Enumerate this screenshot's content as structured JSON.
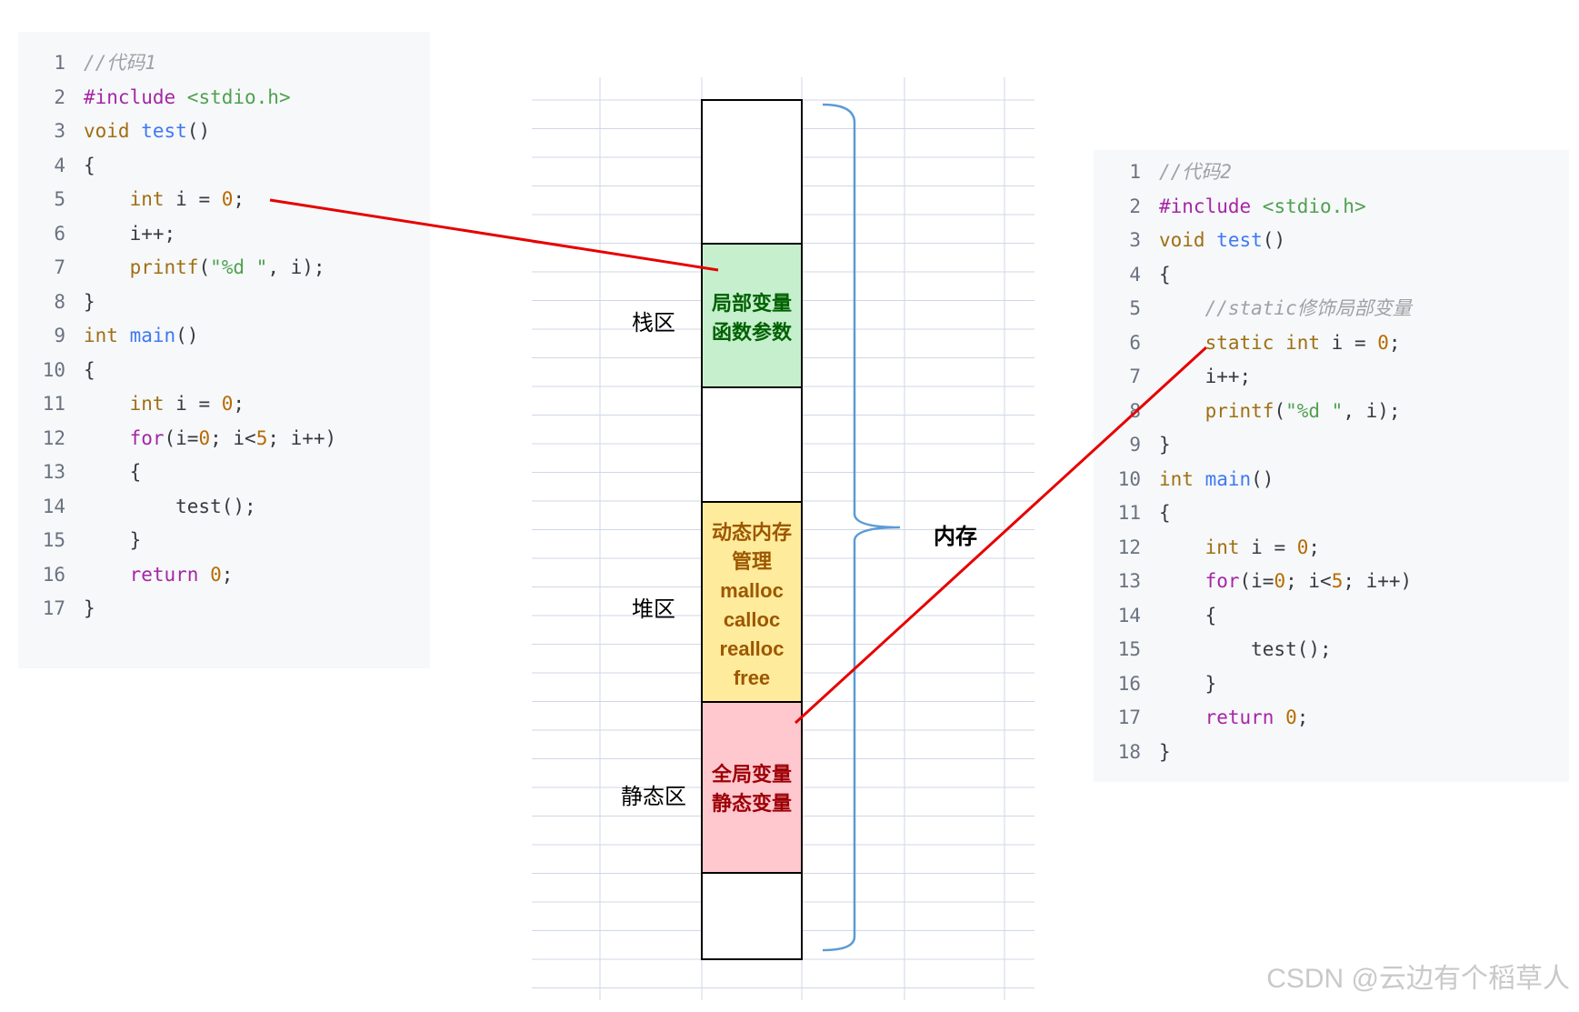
{
  "code1": {
    "lines": [
      {
        "n": "1",
        "parts": [
          [
            "cm",
            "//代码1"
          ]
        ]
      },
      {
        "n": "2",
        "parts": [
          [
            "pp",
            "#include "
          ],
          [
            "str",
            "<stdio.h>"
          ]
        ]
      },
      {
        "n": "3",
        "parts": [
          [
            "ty",
            "void "
          ],
          [
            "fn",
            "test"
          ],
          [
            "",
            "()"
          ]
        ]
      },
      {
        "n": "4",
        "parts": [
          [
            "",
            "{"
          ]
        ]
      },
      {
        "n": "5",
        "parts": [
          [
            "",
            "    "
          ],
          [
            "ty",
            "int"
          ],
          [
            "",
            " i = "
          ],
          [
            "num",
            "0"
          ],
          [
            "",
            ";"
          ]
        ]
      },
      {
        "n": "6",
        "parts": [
          [
            "",
            "    i++;"
          ]
        ]
      },
      {
        "n": "7",
        "parts": [
          [
            "",
            "    "
          ],
          [
            "ty",
            "printf"
          ],
          [
            "",
            "("
          ],
          [
            "str",
            "\"%d \""
          ],
          [
            "",
            ", i);"
          ]
        ]
      },
      {
        "n": "8",
        "parts": [
          [
            "",
            "}"
          ]
        ]
      },
      {
        "n": "9",
        "parts": [
          [
            "ty",
            "int "
          ],
          [
            "fn",
            "main"
          ],
          [
            "",
            "()"
          ]
        ]
      },
      {
        "n": "10",
        "parts": [
          [
            "",
            "{"
          ]
        ]
      },
      {
        "n": "11",
        "parts": [
          [
            "",
            "    "
          ],
          [
            "ty",
            "int"
          ],
          [
            "",
            " i = "
          ],
          [
            "num",
            "0"
          ],
          [
            "",
            ";"
          ]
        ]
      },
      {
        "n": "12",
        "parts": [
          [
            "",
            "    "
          ],
          [
            "kw",
            "for"
          ],
          [
            "",
            "(i="
          ],
          [
            "num",
            "0"
          ],
          [
            "",
            "; i<"
          ],
          [
            "num",
            "5"
          ],
          [
            "",
            "; i++)"
          ]
        ]
      },
      {
        "n": "13",
        "parts": [
          [
            "",
            "    {"
          ]
        ]
      },
      {
        "n": "14",
        "parts": [
          [
            "",
            "        test();"
          ]
        ]
      },
      {
        "n": "15",
        "parts": [
          [
            "",
            "    }"
          ]
        ]
      },
      {
        "n": "16",
        "parts": [
          [
            "",
            "    "
          ],
          [
            "kw",
            "return "
          ],
          [
            "num",
            "0"
          ],
          [
            "",
            ";"
          ]
        ]
      },
      {
        "n": "17",
        "parts": [
          [
            "",
            "}"
          ]
        ]
      }
    ]
  },
  "code2": {
    "lines": [
      {
        "n": "1",
        "parts": [
          [
            "cm",
            "//代码2"
          ]
        ]
      },
      {
        "n": "2",
        "parts": [
          [
            "pp",
            "#include "
          ],
          [
            "str",
            "<stdio.h>"
          ]
        ]
      },
      {
        "n": "3",
        "parts": [
          [
            "ty",
            "void "
          ],
          [
            "fn",
            "test"
          ],
          [
            "",
            "()"
          ]
        ]
      },
      {
        "n": "4",
        "parts": [
          [
            "",
            "{"
          ]
        ]
      },
      {
        "n": "5",
        "parts": [
          [
            "",
            "    "
          ],
          [
            "cm",
            "//static修饰局部变量"
          ]
        ]
      },
      {
        "n": "6",
        "parts": [
          [
            "",
            "    "
          ],
          [
            "ty",
            "static int"
          ],
          [
            "",
            " i = "
          ],
          [
            "num",
            "0"
          ],
          [
            "",
            ";"
          ]
        ]
      },
      {
        "n": "7",
        "parts": [
          [
            "",
            "    i++;"
          ]
        ]
      },
      {
        "n": "8",
        "parts": [
          [
            "",
            "    "
          ],
          [
            "ty",
            "printf"
          ],
          [
            "",
            "("
          ],
          [
            "str",
            "\"%d \""
          ],
          [
            "",
            ", i);"
          ]
        ]
      },
      {
        "n": "9",
        "parts": [
          [
            "",
            "}"
          ]
        ]
      },
      {
        "n": "10",
        "parts": [
          [
            "ty",
            "int "
          ],
          [
            "fn",
            "main"
          ],
          [
            "",
            "()"
          ]
        ]
      },
      {
        "n": "11",
        "parts": [
          [
            "",
            "{"
          ]
        ]
      },
      {
        "n": "12",
        "parts": [
          [
            "",
            "    "
          ],
          [
            "ty",
            "int"
          ],
          [
            "",
            " i = "
          ],
          [
            "num",
            "0"
          ],
          [
            "",
            ";"
          ]
        ]
      },
      {
        "n": "13",
        "parts": [
          [
            "",
            "    "
          ],
          [
            "kw",
            "for"
          ],
          [
            "",
            "(i="
          ],
          [
            "num",
            "0"
          ],
          [
            "",
            "; i<"
          ],
          [
            "num",
            "5"
          ],
          [
            "",
            "; i++)"
          ]
        ]
      },
      {
        "n": "14",
        "parts": [
          [
            "",
            "    {"
          ]
        ]
      },
      {
        "n": "15",
        "parts": [
          [
            "",
            "        test();"
          ]
        ]
      },
      {
        "n": "16",
        "parts": [
          [
            "",
            "    }"
          ]
        ]
      },
      {
        "n": "17",
        "parts": [
          [
            "",
            "    "
          ],
          [
            "kw",
            "return "
          ],
          [
            "num",
            "0"
          ],
          [
            "",
            ";"
          ]
        ]
      },
      {
        "n": "18",
        "parts": [
          [
            "",
            "}"
          ]
        ]
      }
    ]
  },
  "memory": {
    "zones": {
      "stack": "栈区",
      "heap": "堆区",
      "static": "静态区"
    },
    "segments": {
      "stack_lines": [
        "局部变量",
        "函数参数"
      ],
      "heap_lines": [
        "动态内存",
        "管理",
        "malloc",
        "calloc",
        "realloc",
        "free"
      ],
      "static_lines": [
        "全局变量",
        "静态变量"
      ]
    },
    "brace_label": "内存"
  },
  "colors": {
    "stack_fill": "#c6efce",
    "stack_text": "#006100",
    "heap_fill": "#ffeb9c",
    "heap_text": "#9c5700",
    "static_fill": "#ffc7ce",
    "static_text": "#9c0006",
    "arrow": "#e60000",
    "brace": "#5b9bd5",
    "grid": "#d0d7e5"
  },
  "watermark": "CSDN @云边有个稻草人"
}
